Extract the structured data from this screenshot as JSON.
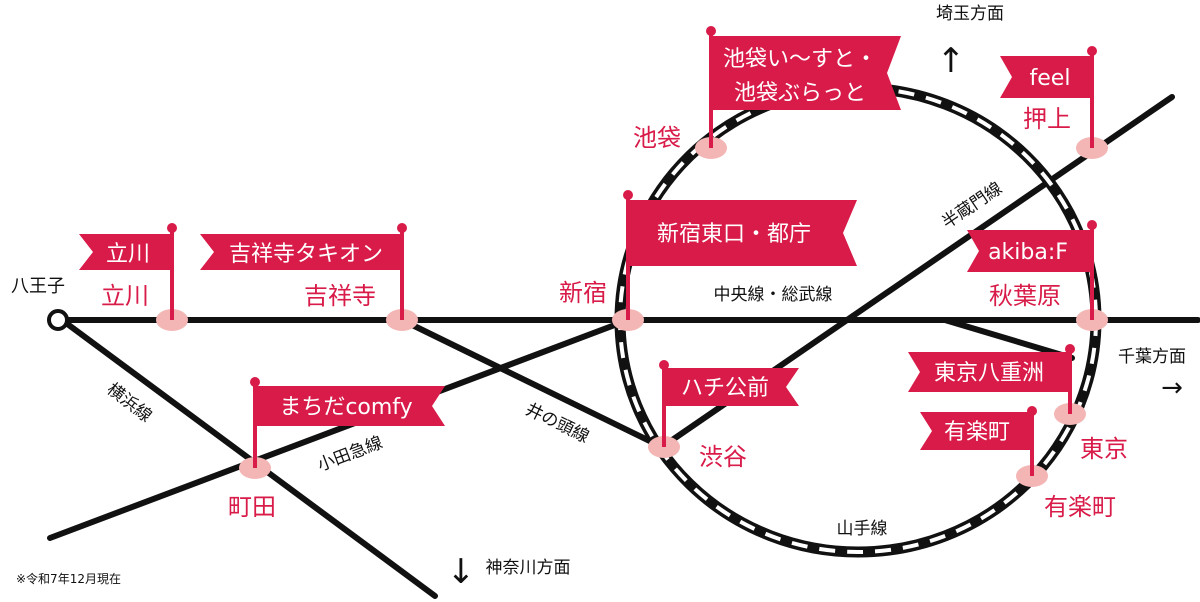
{
  "directions": {
    "north": "埼玉方面",
    "east": "千葉方面",
    "south": "神奈川方面",
    "west_start": "八王子"
  },
  "arrows": {
    "up": "↑",
    "right": "→",
    "down": "↓"
  },
  "lines": {
    "chuo": "中央線・総武線",
    "yamanote": "山手線",
    "hanzomon": "半蔵門線",
    "inokashira": "井の頭線",
    "odakyu": "小田急線",
    "yokohama": "横浜線"
  },
  "stations": {
    "tachikawa": "立川",
    "kichijoji": "吉祥寺",
    "shinjuku": "新宿",
    "ikebukuro": "池袋",
    "oshiage": "押上",
    "akihabara": "秋葉原",
    "shibuya": "渋谷",
    "tokyo": "東京",
    "yurakucho": "有楽町",
    "machida": "町田"
  },
  "stores": {
    "tachikawa": "立川",
    "kichijoji": "吉祥寺タキオン",
    "shinjuku_line1": "新宿東口・都庁",
    "ikebukuro_line1": "池袋い〜すと・",
    "ikebukuro_line2": "池袋ぶらっと",
    "oshiage": "feel",
    "akihabara": "akiba:F",
    "shibuya": "ハチ公前",
    "tokyo": "東京八重洲",
    "yurakucho": "有楽町",
    "machida": "まちだcomfy"
  },
  "footnote": "※令和7年12月現在",
  "colors": {
    "accent": "#d81b48",
    "line": "#111111",
    "marker": "#f4b5b5"
  }
}
